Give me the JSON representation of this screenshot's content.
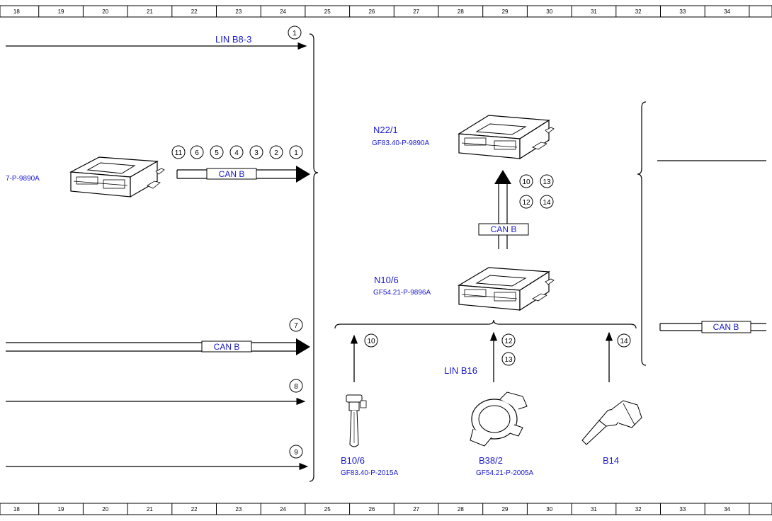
{
  "ruler": {
    "top": [
      "18",
      "19",
      "20",
      "21",
      "22",
      "23",
      "24",
      "25",
      "26",
      "27",
      "28",
      "29",
      "30",
      "31",
      "32",
      "33",
      "34"
    ],
    "bottom": [
      "18",
      "19",
      "20",
      "21",
      "22",
      "23",
      "24",
      "25",
      "26",
      "27",
      "28",
      "29",
      "30",
      "31",
      "32",
      "33",
      "34"
    ]
  },
  "signals": {
    "lin_b8_3": "LIN B8-3",
    "lin_b16": "LIN B16",
    "can_b": "CAN B"
  },
  "components": {
    "left_module_ref": "7-P-9890A",
    "n22_1": {
      "name": "N22/1",
      "ref": "GF83.40-P-9890A"
    },
    "n10_6": {
      "name": "N10/6",
      "ref": "GF54.21-P-9896A"
    },
    "b10_6": {
      "name": "B10/6",
      "ref": "GF83.40-P-2015A"
    },
    "b38_2": {
      "name": "B38/2",
      "ref": "GF54.21-P-2005A"
    },
    "b14": {
      "name": "B14"
    }
  },
  "callouts": {
    "lin_top": "1",
    "can_left": [
      "11",
      "6",
      "5",
      "4",
      "3",
      "2",
      "1"
    ],
    "line_7": "7",
    "line_8": "8",
    "line_9": "9",
    "up_arrow_a": "10",
    "up_arrow_b": "13",
    "up_arrow_c": "12",
    "up_arrow_d": "14",
    "b10_arrow": "10",
    "b38_arrow_a": "12",
    "b38_arrow_b": "13",
    "b14_arrow": "14"
  },
  "colors": {
    "label": "#1a1acc",
    "line": "#000000"
  }
}
